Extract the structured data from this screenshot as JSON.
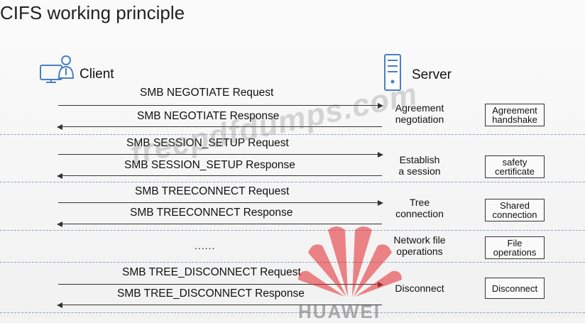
{
  "title": "CIFS working principle",
  "actors": {
    "client": "Client",
    "server": "Server"
  },
  "messages": [
    {
      "text": "SMB NEGOTIATE Request",
      "dir": "right"
    },
    {
      "text": "SMB NEGOTIATE Response",
      "dir": "left"
    },
    {
      "text": "SMB  SESSION_SETUP Request",
      "dir": "right"
    },
    {
      "text": "SMB SESSION_SETUP Response",
      "dir": "left"
    },
    {
      "text": "SMB TREECONNECT Request",
      "dir": "right"
    },
    {
      "text": "SMB TREECONNECT Response",
      "dir": "left"
    },
    {
      "text": "......",
      "dir": "none"
    },
    {
      "text": "SMB TREE_DISCONNECT Request",
      "dir": "right"
    },
    {
      "text": "SMB TREE_DISCONNECT Response",
      "dir": "left"
    }
  ],
  "phases": [
    {
      "line1": "Agreement",
      "line2": "negotiation",
      "box1": "Agreement",
      "box2": "handshake"
    },
    {
      "line1": "Establish",
      "line2": "a session",
      "box1": "safety",
      "box2": "certificate"
    },
    {
      "line1": "Tree",
      "line2": "connection",
      "box1": "Shared",
      "box2": "connection"
    },
    {
      "line1": "Network file",
      "line2": "operations",
      "box1": "File",
      "box2": "operations"
    },
    {
      "line1": "Disconnect",
      "line2": "",
      "box1": "Disconnect",
      "box2": ""
    }
  ],
  "watermark": "freepdfdumps.com",
  "logo_text": "HUAWEI",
  "colors": {
    "separator": "#8ea1b8",
    "logo_red": "#e4252b",
    "icon_blue": "#4a7fc1"
  }
}
